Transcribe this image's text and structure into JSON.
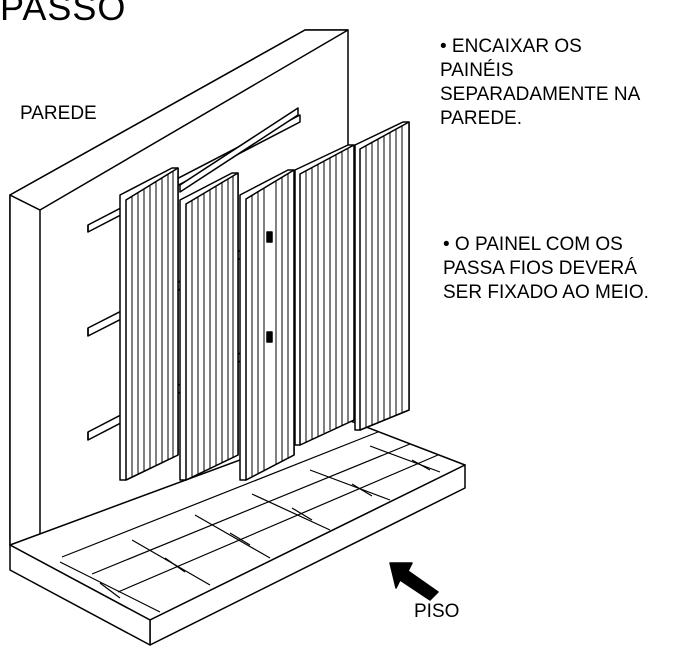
{
  "title": "PASSO",
  "labels": {
    "wall": "PAREDE",
    "floor": "PISO"
  },
  "notes": [
    "• ENCAIXAR OS\nPAINÉIS\nSEPARADAMENTE NA\nPAREDE.",
    "• O PAINEL COM OS\nPASSA FIOS DEVERÁ\nSER FIXADO AO MEIO."
  ],
  "colors": {
    "line": "#000000",
    "background": "#ffffff"
  },
  "icons": [
    "direction-arrow-icon",
    "cable-pass-hole-icon"
  ]
}
